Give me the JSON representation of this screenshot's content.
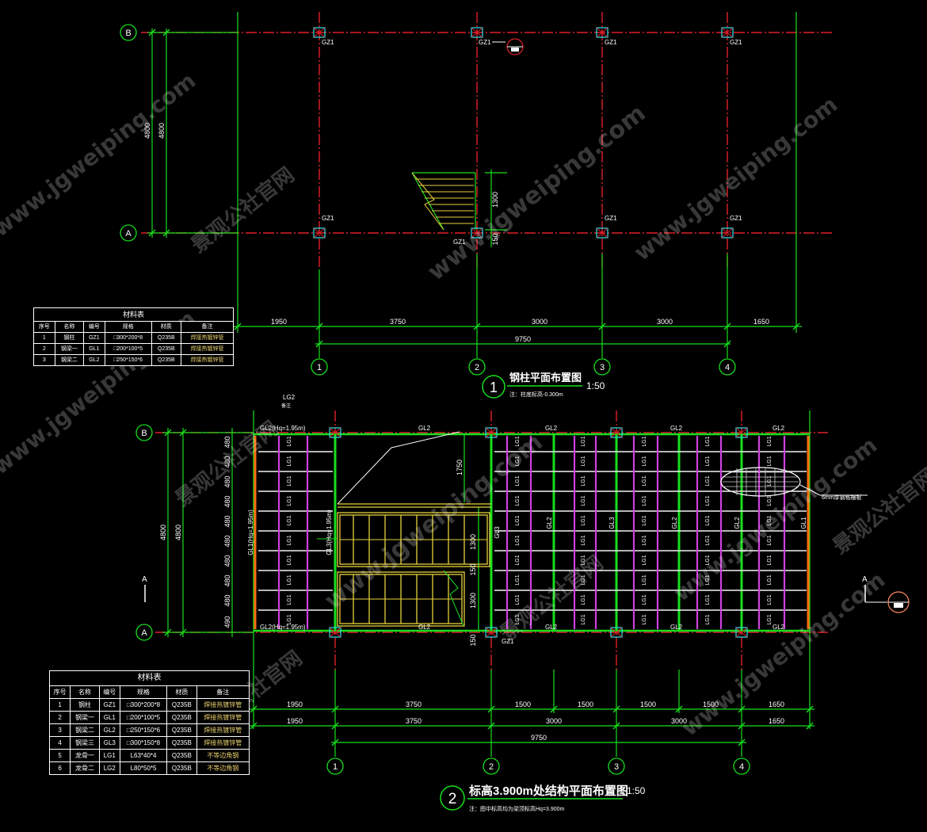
{
  "plan1": {
    "title": "钢柱平面布置图",
    "number": "1",
    "scale": "1:50",
    "note": "注：柱底标高-0.300m",
    "axes_letters": [
      "A",
      "B"
    ],
    "axes_numbers": [
      "1",
      "2",
      "3",
      "4"
    ],
    "dim_top": [
      "1950",
      "3750",
      "3000",
      "3000",
      "1650"
    ],
    "dim_total": "9750",
    "dim_vertical": [
      "4800",
      "4800"
    ],
    "stair_dims": [
      "1300",
      "150"
    ],
    "column_label": "GZ1"
  },
  "plan2": {
    "title": "标高3.900m处结构平面布置图",
    "number": "2",
    "scale": "1:50",
    "note": "注：图中标高均为梁顶标高Hq=3.900m",
    "axes_letters": [
      "A",
      "B"
    ],
    "axes_numbers": [
      "1",
      "2",
      "3",
      "4"
    ],
    "dim_row1": [
      "1950",
      "3750",
      "1500",
      "1500",
      "1500",
      "1500",
      "1650"
    ],
    "dim_row2": [
      "1950",
      "3750",
      "3000",
      "3000",
      "1650"
    ],
    "dim_total": "9750",
    "dim_vertical": [
      "4800",
      "4800"
    ],
    "spacing_labels": [
      "480",
      "480",
      "480",
      "480",
      "480",
      "480",
      "480",
      "480",
      "480",
      "490"
    ],
    "beam_labels": {
      "gl1": "GL1",
      "gl2": "GL2",
      "gl3": "GL3",
      "lg1": "LG1",
      "gl2_hq": "GL2(Hq=1.95m)",
      "gl1_hq": "GL1(Hq=1.95m)",
      "gl3_hq": "GL3(Hq=1.95m)",
      "lg2_note": "LG2",
      "lg2_sub": "备注",
      "grating_note": "6mm厚钢格栅板"
    },
    "stair_dims": [
      "1750",
      "1300",
      "150",
      "1300",
      "150"
    ],
    "section_mark": "A",
    "column_label": "GZ1"
  },
  "table1": {
    "title": "材料表",
    "headers": [
      "序号",
      "名称",
      "编号",
      "规格",
      "材质",
      "备注"
    ],
    "rows": [
      [
        "1",
        "钢柱",
        "GZ1",
        "□300*200*8",
        "Q235B",
        "焊接热镀锌管"
      ],
      [
        "2",
        "钢梁一",
        "GL1",
        "□200*100*5",
        "Q235B",
        "焊接热镀锌管"
      ],
      [
        "3",
        "钢梁二",
        "GL2",
        "□250*150*6",
        "Q235B",
        "焊接热镀锌管"
      ]
    ]
  },
  "table2": {
    "title": "材料表",
    "headers": [
      "序号",
      "名称",
      "编号",
      "规格",
      "材质",
      "备注"
    ],
    "rows": [
      [
        "1",
        "钢柱",
        "GZ1",
        "□300*200*8",
        "Q235B",
        "焊接热镀锌管"
      ],
      [
        "2",
        "钢梁一",
        "GL1",
        "□200*100*5",
        "Q235B",
        "焊接热镀锌管"
      ],
      [
        "3",
        "钢梁二",
        "GL2",
        "□250*150*6",
        "Q235B",
        "焊接热镀锌管"
      ],
      [
        "4",
        "钢梁三",
        "GL3",
        "□300*150*8",
        "Q235B",
        "焊接热镀锌管"
      ],
      [
        "5",
        "龙骨一",
        "LG1",
        "L63*40*4",
        "Q235B",
        "不等边角钢"
      ],
      [
        "6",
        "龙骨二",
        "LG2",
        "L80*50*5",
        "Q235B",
        "不等边角钢"
      ]
    ]
  },
  "watermark": {
    "url": "www.jgweiping.com",
    "cn": "景观公社官网"
  },
  "colors": {
    "background": "#000000",
    "axis_red": "#e0202a",
    "dim_green": "#16e01c",
    "beam_yellow": "#e6d23a",
    "joist_magenta": "#d040e0",
    "edge_orange": "#ff6a10",
    "column_cyan": "#29d6e0"
  }
}
